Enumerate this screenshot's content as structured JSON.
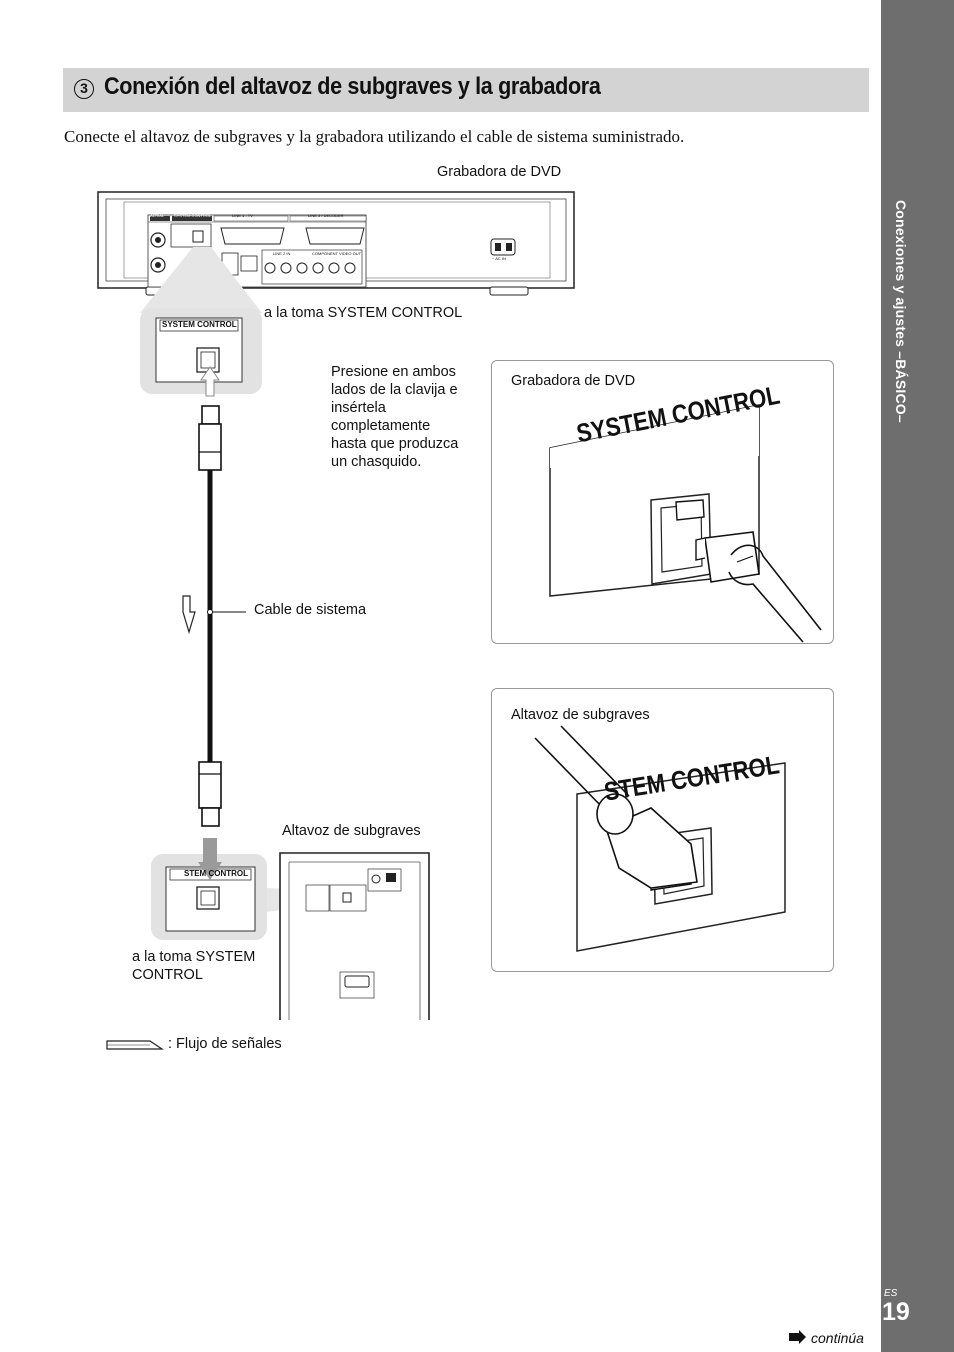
{
  "sidebar": {
    "section_label": "Conexiones y ajustes –BÁSICO–",
    "lang": "ES",
    "page_number": "19"
  },
  "section": {
    "step_number": "3",
    "title": "Conexión del altavoz de subgraves y la grabadora",
    "intro": "Conecte el altavoz de subgraves y la grabadora utilizando el cable de sistema suministrado."
  },
  "diagram": {
    "recorder_label": "Grabadora de DVD",
    "jack_label_top": "a la toma SYSTEM CONTROL",
    "press_instruction_lines": [
      "Presione en ambos",
      "lados de la clavija e",
      "insértela",
      "completamente",
      "hasta que produzca",
      "un chasquido."
    ],
    "cable_label": "Cable de sistema",
    "subwoofer_label": "Altavoz de subgraves",
    "jack_label_bottom_lines": [
      "a la toma SYSTEM",
      "CONTROL"
    ],
    "signal_flow_label": ": Flujo de señales",
    "system_control_print": "SYSTEM CONTROL",
    "small_jack_top": "SYSTEM CONTROL",
    "small_jack_bottom": "STEM CONTROL",
    "recorder_panel": {
      "aerial": "AERIAL",
      "system_control": "SYSTEM CONTROL",
      "line1": "LINE 1 - TV",
      "line3": "LINE 3 / DECODER",
      "line2": "LINE 2 IN",
      "component": "COMPONENT VIDEO OUT",
      "ac_in": "~ AC IN"
    }
  },
  "detail_top": {
    "label": "Grabadora de DVD",
    "print": "SYSTEM CONTROL"
  },
  "detail_bottom": {
    "label": "Altavoz de subgraves",
    "print": "STEM CONTROL"
  },
  "footer": {
    "continues": "continúa"
  }
}
